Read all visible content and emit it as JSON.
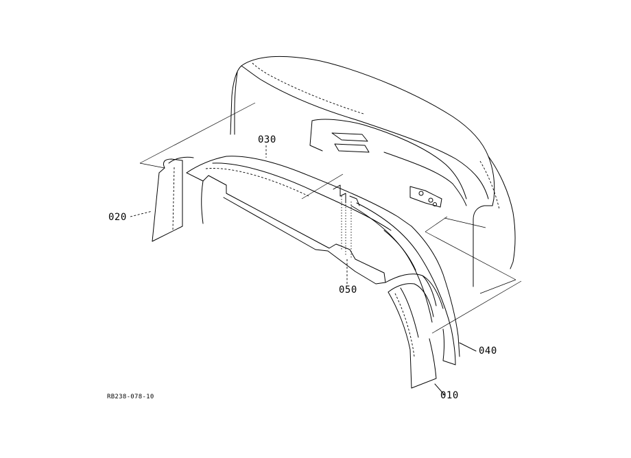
{
  "diagram": {
    "parts": [
      {
        "id": "part-010",
        "label": "010"
      },
      {
        "id": "part-020",
        "label": "020"
      },
      {
        "id": "part-030",
        "label": "030"
      },
      {
        "id": "part-040",
        "label": "040"
      },
      {
        "id": "part-050",
        "label": "050"
      }
    ],
    "figure_code": "RB238-078-10"
  }
}
